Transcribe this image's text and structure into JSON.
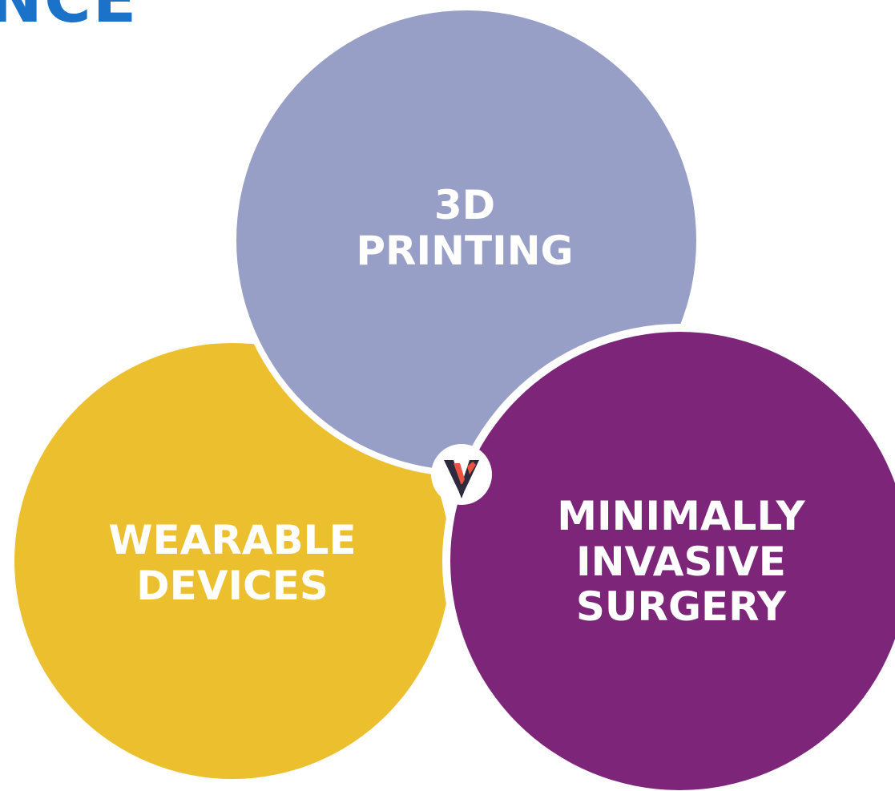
{
  "heading": {
    "visible_text": "NCE",
    "color": "#1a73c9"
  },
  "circles": [
    {
      "id": "printing",
      "lines": [
        "3D",
        "PRINTING"
      ],
      "color": "#989fc7"
    },
    {
      "id": "wearables",
      "lines": [
        "WEARABLE",
        "DEVICES"
      ],
      "color": "#ecbf2f"
    },
    {
      "id": "surgery",
      "lines": [
        "MINIMALLY",
        "INVASIVE",
        "SURGERY"
      ],
      "color": "#7d2679"
    }
  ],
  "logo": {
    "icon": "v-logo-icon",
    "colors": [
      "#2e2a3d",
      "#e8523f"
    ]
  }
}
